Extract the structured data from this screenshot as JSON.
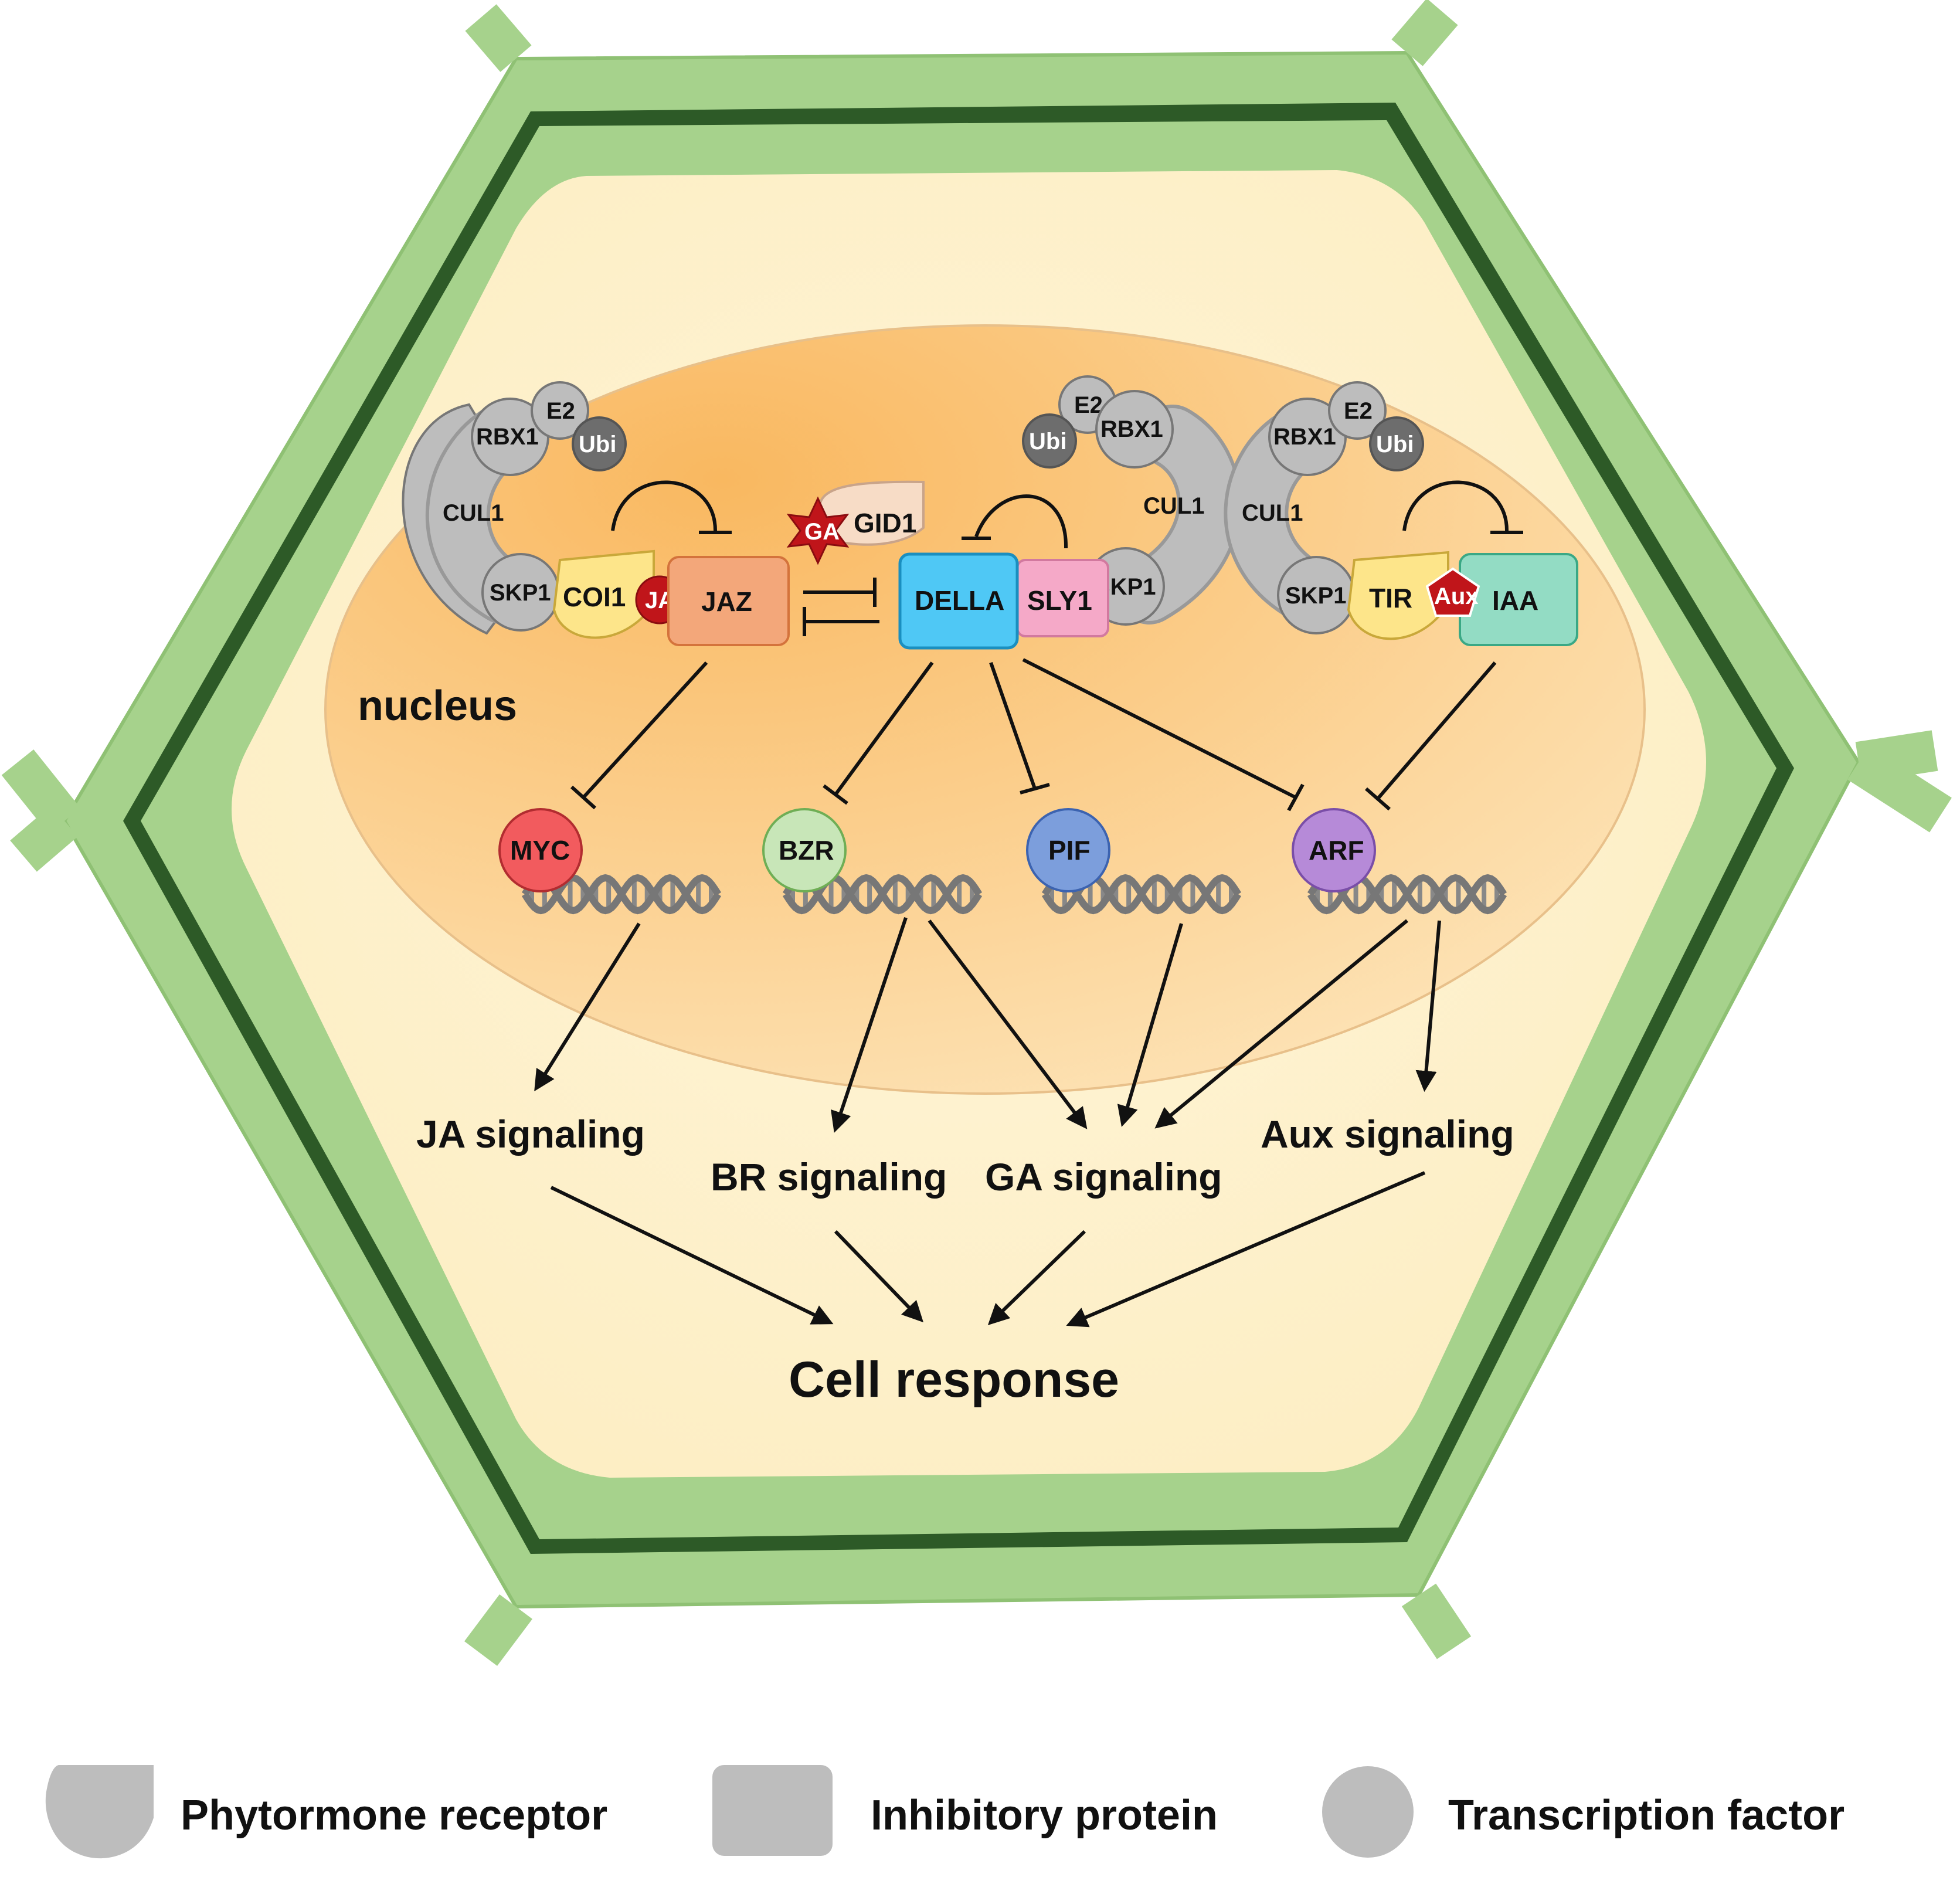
{
  "labels": {
    "nucleus": "nucleus",
    "cell_response": "Cell response",
    "ja_signaling": "JA signaling",
    "br_signaling": "BR signaling",
    "ga_signaling": "GA signaling",
    "aux_signaling": "Aux signaling"
  },
  "jasmonate_complex": {
    "rbx1": "RBX1",
    "e2": "E2",
    "ubi": "Ubi",
    "cul1": "CUL1",
    "skp1": "SKP1",
    "receptor": "COI1",
    "hormone": "JA",
    "repressor": "JAZ"
  },
  "gibberellin_complex": {
    "e2": "E2",
    "ubi": "Ubi",
    "rbx1": "RBX1",
    "cul1": "CUL1",
    "skp1": "SKP1",
    "fbox": "SLY1",
    "repressor": "DELLA",
    "receptor": "GID1",
    "hormone": "GA"
  },
  "auxin_complex": {
    "rbx1": "RBX1",
    "e2": "E2",
    "ubi": "Ubi",
    "cul1": "CUL1",
    "skp1": "SKP1",
    "receptor": "TIR",
    "hormone": "Aux",
    "repressor": "IAA"
  },
  "transcription_factors": {
    "myc": "MYC",
    "bzr": "BZR",
    "pif": "PIF",
    "arf": "ARF"
  },
  "legend": {
    "receptor": "Phytormone receptor",
    "inhibitory": "Inhibitory protein",
    "tf": "Transcription factor"
  },
  "colors": {
    "cell_wall": "#a6d28c",
    "cell_wall_dark": "#2d5a27",
    "cytoplasm": "#fdf0c8",
    "nucleus": "#fbc57a",
    "ubiquitin_ligase": "#bdbdbd",
    "receptor_coi1": "#fde58a",
    "receptor_gid1": "#f7dcc6",
    "jaz": "#f3a77a",
    "della": "#4fc8f5",
    "sly1": "#f5a9c8",
    "iaa": "#93dcc4",
    "hormone": "#c0151a",
    "myc": "#f25b5e",
    "bzr": "#c8e6b8",
    "pif": "#7c9edc",
    "arf": "#b68ad8",
    "dna": "#777777"
  }
}
